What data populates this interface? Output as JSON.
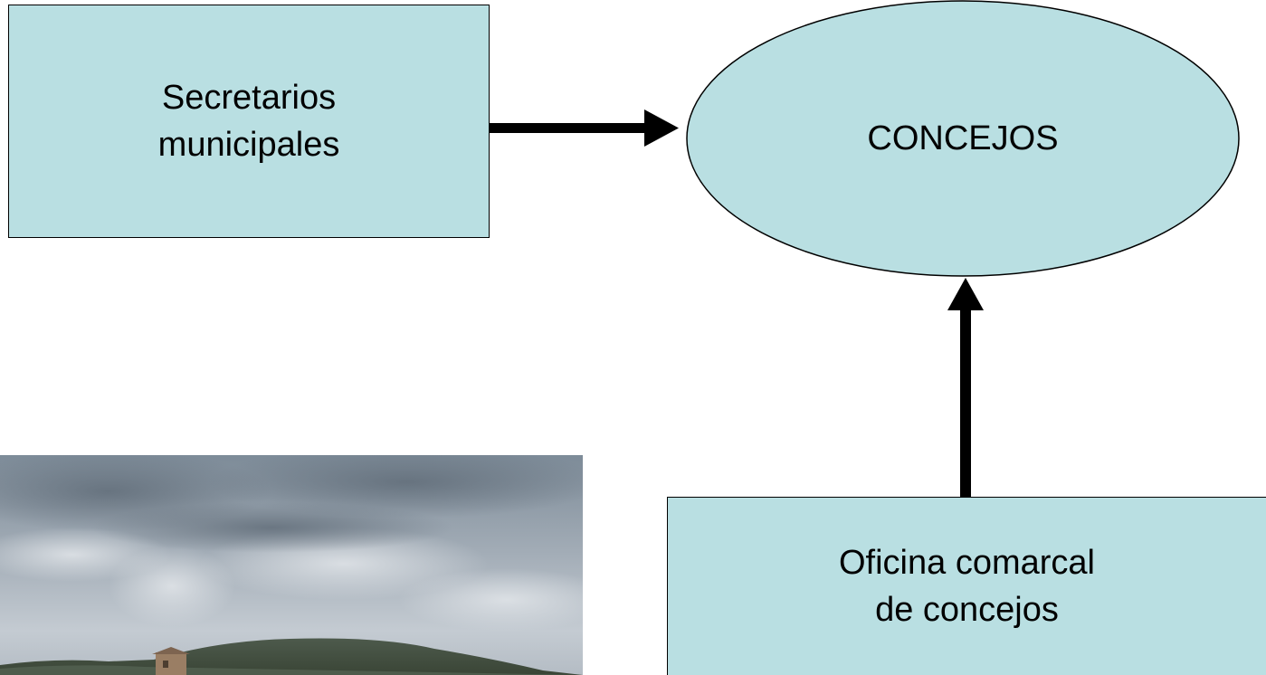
{
  "nodes": {
    "secretarios": {
      "lines": [
        "Secretarios",
        "municipales"
      ]
    },
    "concejos": {
      "label": "CONCEJOS"
    },
    "oficina": {
      "lines": [
        "Oficina comarcal",
        "de concejos"
      ]
    }
  },
  "edges": [
    {
      "from": "secretarios",
      "to": "concejos"
    },
    {
      "from": "oficina",
      "to": "concejos"
    }
  ],
  "colors": {
    "node_fill": "#b9dfe2",
    "stroke": "#000000"
  }
}
